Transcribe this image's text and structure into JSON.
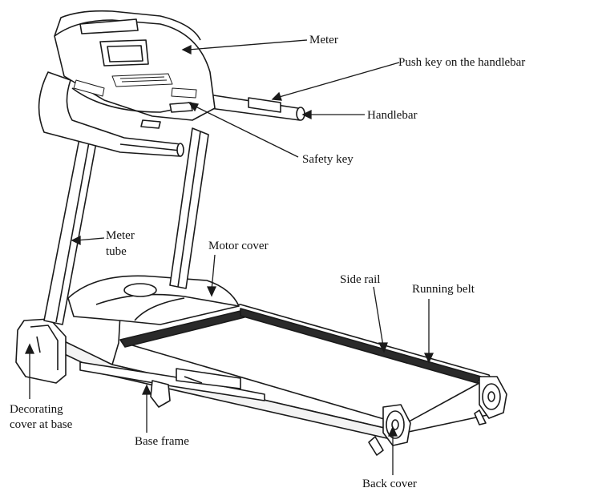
{
  "labels": {
    "meter": "Meter",
    "push_key": "Push key on the handlebar",
    "handlebar": "Handlebar",
    "safety_key": "Safety key",
    "meter_tube_1": "Meter",
    "meter_tube_2": "tube",
    "motor_cover": "Motor cover",
    "side_rail": "Side rail",
    "running_belt": "Running belt",
    "decorating_cover_1": "Decorating",
    "decorating_cover_2": "cover at base",
    "base_frame": "Base frame",
    "back_cover": "Back cover"
  },
  "colors": {
    "line": "#1a1a1a",
    "fill": "#ffffff",
    "belt": "#2a2a2a",
    "shade": "#e8e8e8"
  }
}
